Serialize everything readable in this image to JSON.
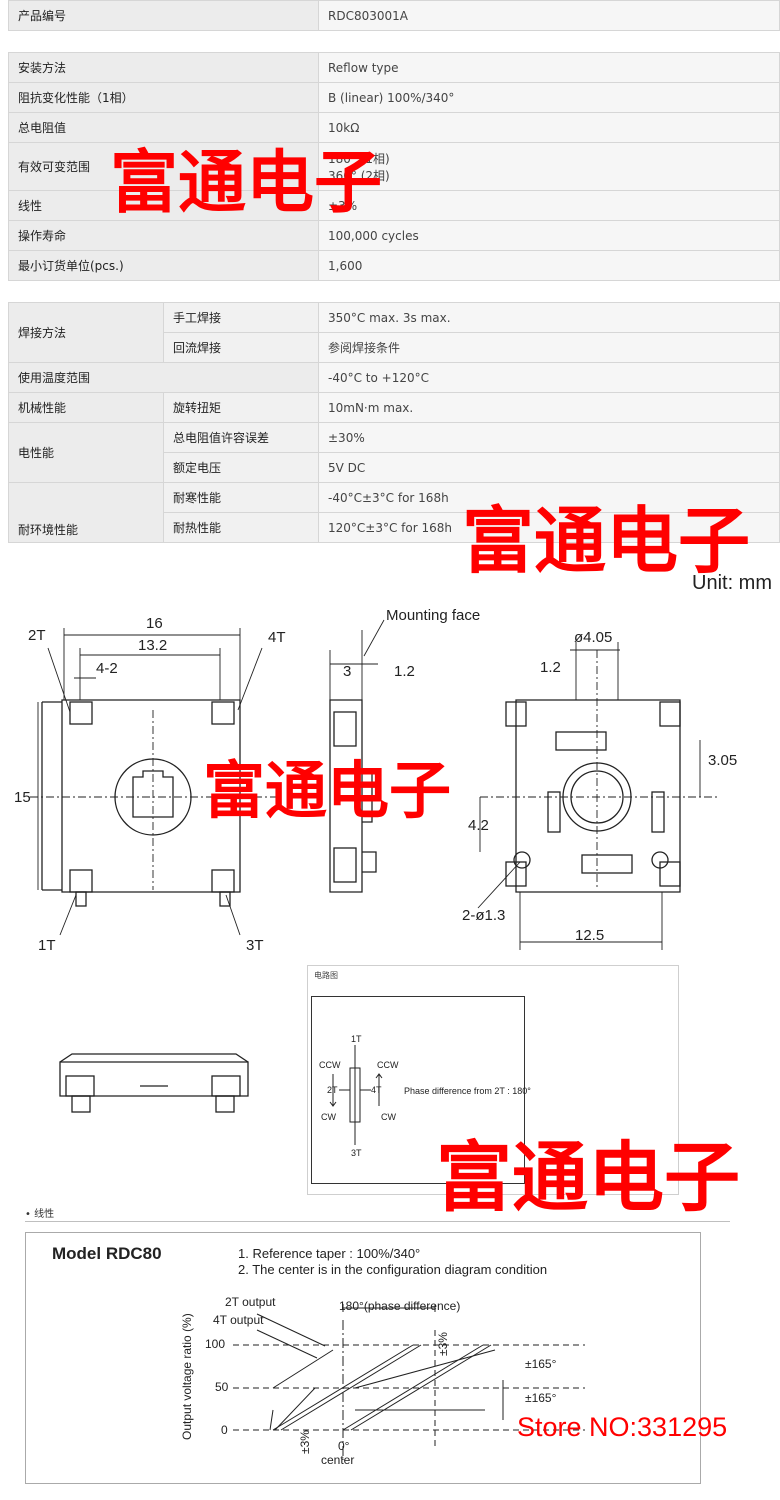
{
  "spec_table": {
    "top_rows": [
      {
        "label": "产品编号",
        "value": "RDC803001A"
      }
    ],
    "mid_rows": [
      {
        "label": "安装方法",
        "value": "Reflow type"
      },
      {
        "label": "阻抗变化性能（1相）",
        "value": "B (linear) 100%/340°"
      },
      {
        "label": "总电阻值",
        "value": "10kΩ"
      },
      {
        "label": "有效可变范围",
        "value_line1": "180° (1相)",
        "value_line2": "360° (2相)"
      },
      {
        "label": "线性",
        "value": "±3%"
      },
      {
        "label": "操作寿命",
        "value": "100,000 cycles"
      },
      {
        "label": "最小订货单位(pcs.)",
        "value": "1,600"
      }
    ],
    "welding": {
      "label": "焊接方法",
      "hand": {
        "sub": "手工焊接",
        "value": "350°C max. 3s max."
      },
      "reflow": {
        "sub": "回流焊接",
        "value": "参阅焊接条件"
      }
    },
    "temp": {
      "label": "使用温度范围",
      "value": "-40°C to +120°C"
    },
    "mech": {
      "label": "机械性能",
      "sub": "旋转扭矩",
      "value": "10mN·m max."
    },
    "elec": {
      "label": "电性能",
      "r1": {
        "sub": "总电阻值许容误差",
        "value": "±30%"
      },
      "r2": {
        "sub": "额定电压",
        "value": "5V DC"
      }
    },
    "env": {
      "label": "耐环境性能",
      "r1": {
        "sub": "耐寒性能",
        "value": "-40°C±3°C for 168h"
      },
      "r2": {
        "sub": "耐热性能",
        "value": "120°C±3°C for 168h"
      }
    }
  },
  "watermarks": {
    "text": "富通电子",
    "store": "Store NO:331295"
  },
  "drawing": {
    "unit": "Unit: mm",
    "dims": {
      "d16": "16",
      "d13_2": "13.2",
      "d4_2": "4-2",
      "d15": "15",
      "t2": "2T",
      "t4": "4T",
      "t1": "1T",
      "t3": "3T",
      "mounting": "Mounting face",
      "d3": "3",
      "d1_2a": "1.2",
      "d4_05": "ø4.05",
      "d1_2b": "1.2",
      "d3_05": "3.05",
      "d4_2b": "4.2",
      "d2_1_3": "2-ø1.3",
      "d12_5": "12.5"
    }
  },
  "circuit": {
    "title": "电路图",
    "t1": "1T",
    "t2": "2T",
    "t3": "3T",
    "t4": "4T",
    "ccw": "CCW",
    "cw": "CW",
    "phase": "Phase difference from 2T : 180°"
  },
  "linearity": {
    "header": "线性",
    "model": "Model RDC80",
    "note1": "1. Reference taper : 100%/340°",
    "note2": "2. The center is in the configuration diagram condition",
    "out2t": "2T output",
    "out4t": "4T output",
    "phase": "180°(phase difference)",
    "ylabel": "Output voltage ratio (%)",
    "y100": "100",
    "y50": "50",
    "y0": "0",
    "pm3a": "±3%",
    "pm3b": "±3%",
    "pm165a": "±165°",
    "pm165b": "±165°",
    "zero": "0°",
    "center": "center"
  }
}
